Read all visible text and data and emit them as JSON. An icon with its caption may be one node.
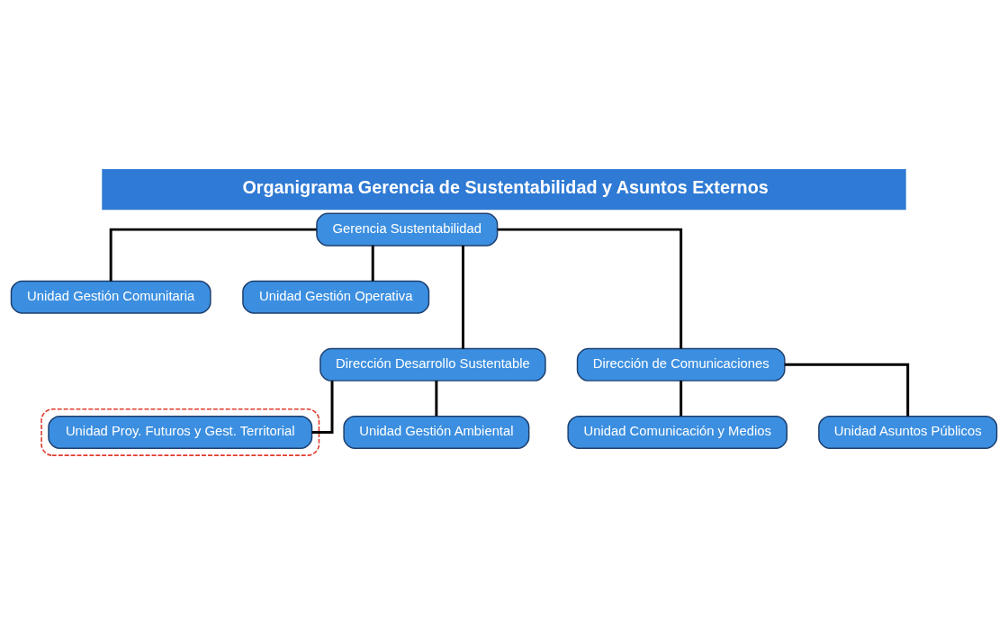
{
  "diagram": {
    "title": "Organigrama Gerencia de Sustentabilidad y Asuntos Externos",
    "nodes": [
      {
        "text": [
          "Gerencia Sustentabilidad"
        ]
      },
      {
        "text": [
          "Unidad Gestión Comunitaria"
        ]
      },
      {
        "text": [
          "Unidad Gestión Operativa"
        ]
      },
      {
        "text": [
          "Dirección Desarrollo Sustentable"
        ]
      },
      {
        "text": [
          "Dirección de Comunicaciones"
        ]
      },
      {
        "text": [],
        "shape": "box"
      },
      {
        "text": [
          "Unidad Proy. Futuros y Gest. Territorial"
        ],
        "in": 5
      },
      {
        "text": [
          "Unidad Gestión Ambiental"
        ]
      },
      {
        "text": [
          "Unidad Comunicación y Medios"
        ]
      },
      {
        "text": [
          "Unidad Asuntos Públicos"
        ]
      }
    ],
    "edges": [
      {
        "from": 0,
        "to": 1,
        "arrow": "none"
      },
      {
        "from": 0,
        "to": 2,
        "arrow": "none"
      },
      {
        "from": 0,
        "to": 3,
        "arrow": "none"
      },
      {
        "from": 0,
        "to": 4,
        "arrow": "none"
      },
      {
        "from": 3,
        "to": 6,
        "arrow": "none"
      },
      {
        "from": 3,
        "to": 7,
        "arrow": "none"
      },
      {
        "from": 4,
        "to": 8,
        "arrow": "none"
      },
      {
        "from": 4,
        "to": 9,
        "arrow": "none"
      }
    ]
  }
}
